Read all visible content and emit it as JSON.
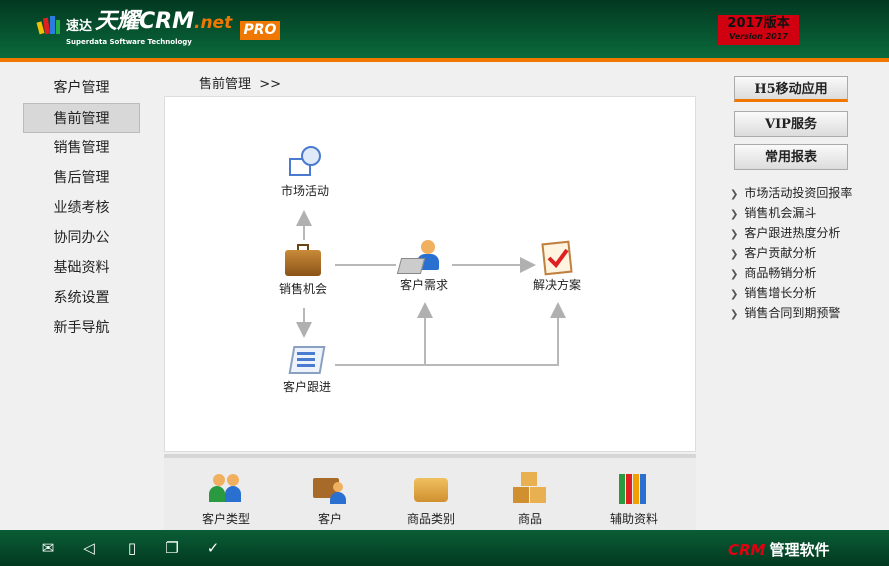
{
  "header": {
    "logo_cn": "速达",
    "logo_main": "天耀CRM",
    "logo_net": ".net",
    "logo_sub": "Superdata Software Technology",
    "pro": "PRO",
    "version_line1": "2017版本",
    "version_line2": "Version 2017"
  },
  "sidebar": {
    "items": [
      {
        "label": "客户管理"
      },
      {
        "label": "售前管理",
        "active": true
      },
      {
        "label": "销售管理"
      },
      {
        "label": "售后管理"
      },
      {
        "label": "业绩考核"
      },
      {
        "label": "协同办公"
      },
      {
        "label": "基础资料"
      },
      {
        "label": "系统设置"
      },
      {
        "label": "新手导航"
      }
    ]
  },
  "breadcrumb": {
    "label": "售前管理",
    "sep": ">>"
  },
  "flow": {
    "nodes": {
      "market": "市场活动",
      "opportunity": "销售机会",
      "demand": "客户需求",
      "solution": "解决方案",
      "followup": "客户跟进"
    }
  },
  "toolbar": {
    "items": [
      "客户类型",
      "客户",
      "商品类别",
      "商品",
      "辅助资料"
    ]
  },
  "right": {
    "buttons": [
      "H5移动应用",
      "VIP服务",
      "常用报表"
    ],
    "links": [
      "市场活动投资回报率",
      "销售机会漏斗",
      "客户跟进热度分析",
      "客户贡献分析",
      "商品畅销分析",
      "销售增长分析",
      "销售合同到期预警"
    ]
  },
  "footer": {
    "brand_red": "CRM",
    "brand_text": "管理软件"
  },
  "colors": {
    "accent": "#f07800",
    "header_green": "#0a6a3c",
    "badge_red": "#d00010"
  }
}
